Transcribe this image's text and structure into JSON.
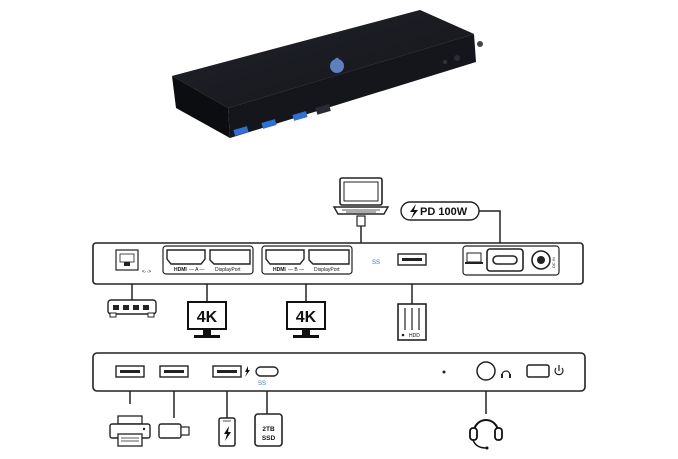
{
  "product": {
    "brand_color": "#4a6fb5",
    "body_color": "#111318",
    "port_color": "#3a78d8"
  },
  "rear_panel": {
    "ports": [
      {
        "icon": "ethernet-icon",
        "label": ""
      },
      {
        "icon": "hdmi-port-a",
        "label": "HDMI",
        "sublabel": "— A —"
      },
      {
        "icon": "displayport-a",
        "label": "DisplayPort"
      },
      {
        "icon": "hdmi-port-b",
        "label": "HDMI",
        "sublabel": "— B —"
      },
      {
        "icon": "displayport-b",
        "label": "DisplayPort"
      },
      {
        "icon": "usb3-icon",
        "label": "SS"
      },
      {
        "icon": "laptop-small-icon",
        "label": ""
      },
      {
        "icon": "usb-c-port",
        "label": ""
      },
      {
        "icon": "dc-in-icon",
        "label": "DC IN"
      }
    ],
    "power_delivery_label": "PD 100W",
    "monitor_a_label": "4K",
    "monitor_b_label": "4K",
    "hdd_label": "HDD"
  },
  "front_panel": {
    "ssd_label_line1": "2TB",
    "ssd_label_line2": "SSD",
    "ss_label": "SS"
  }
}
